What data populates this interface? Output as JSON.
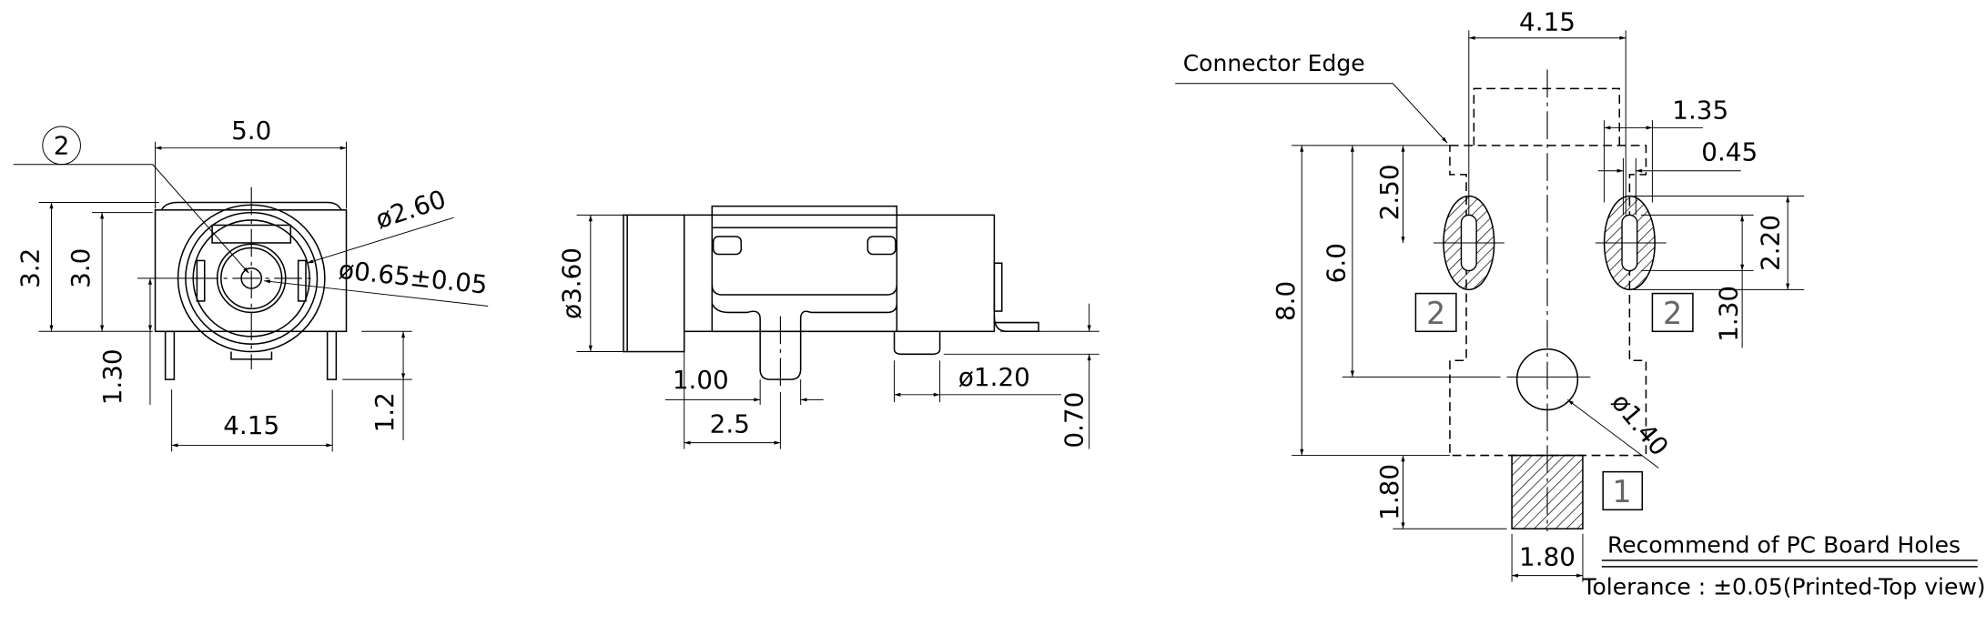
{
  "front_view": {
    "callout": "2",
    "dims": {
      "width": "5.0",
      "height_total": "3.2",
      "height_body": "3.0",
      "center_height": "1.30",
      "pin_length": "1.2",
      "pin_pitch": "4.15",
      "outer_dia": "ø2.60",
      "pin_dia": "ø0.65±0.05"
    }
  },
  "side_view": {
    "dims": {
      "barrel_dia": "ø3.60",
      "peg_width": "1.00",
      "peg_offset": "2.5",
      "post_dia": "ø1.20",
      "standoff": "0.70"
    }
  },
  "pcb_layout": {
    "connector_edge_label": "Connector Edge",
    "dims": {
      "slot_pitch": "4.15",
      "overall_length": "8.0",
      "hole_position": "6.0",
      "slot_position": "2.50",
      "slot_outer_width": "1.35",
      "slot_inner_width": "0.45",
      "slot_outer_length": "2.20",
      "slot_inner_length": "1.30",
      "pad_length": "1.80",
      "pad_width": "1.80",
      "hole_dia": "ø1.40"
    },
    "pin_labels": [
      "2",
      "2",
      "1"
    ],
    "title": "Recommend of PC Board Holes",
    "tolerance": "Tolerance : ±0.05(Printed-Top view)"
  }
}
